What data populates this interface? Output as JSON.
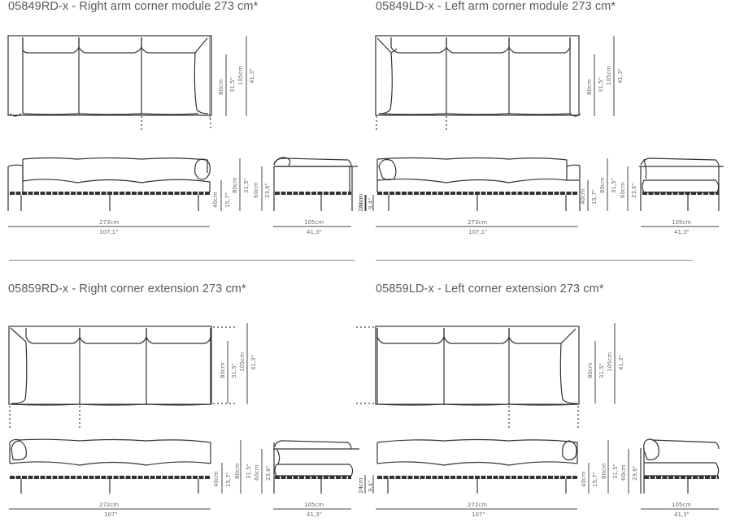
{
  "modules": [
    {
      "title": "05849RD-x - Right arm corner module 273 cm*",
      "top_view": {
        "depth_cm": "80cm",
        "depth_in": "31,5\"",
        "total_cm": "105cm",
        "total_in": "41,3\""
      },
      "front_view": {
        "seat_cm": "40cm",
        "seat_in": "15,7\"",
        "height_cm": "80cm",
        "height_in": "31,5\"",
        "width_cm": "273cm",
        "width_in": "107,1\""
      },
      "side_view": {
        "arm_cm": "60cm",
        "arm_in": "23,6\"",
        "leg_cm": "24cm",
        "depth_cm": "105cm",
        "depth_in": "41,3\""
      }
    },
    {
      "title": "05849LD-x - Left arm corner module 273 cm*",
      "top_view": {
        "depth_cm": "80cm",
        "depth_in": "31,5\"",
        "total_cm": "105cm",
        "total_in": "41,3\""
      },
      "front_view": {
        "leg_cm": "24cm",
        "leg_in": "9,4\"",
        "seat_cm": "40cm",
        "seat_in": "15,7\"",
        "height_cm": "80cm",
        "height_in": "31,5\"",
        "width_cm": "273cm",
        "width_in": "107,1\""
      },
      "side_view": {
        "arm_cm": "60cm",
        "arm_in": "23,6\"",
        "depth_cm": "105cm",
        "depth_in": "41,3\""
      }
    },
    {
      "title": "05859RD-x - Right corner extension 273 cm*",
      "top_view": {
        "depth_cm": "80cm",
        "depth_in": "31,5\"",
        "total_cm": "105cm",
        "total_in": "41,3\""
      },
      "front_view": {
        "seat_cm": "40cm",
        "seat_in": "15,7\"",
        "height_cm": "80cm",
        "height_in": "31,5\"",
        "width_cm": "272cm",
        "width_in": "107\""
      },
      "side_view": {
        "arm_cm": "60cm",
        "arm_in": "23,6\"",
        "leg_cm": "24cm",
        "depth_cm": "105cm",
        "depth_in": "41,3\""
      }
    },
    {
      "title": "05859LD-x - Left corner extension 273 cm*",
      "top_view": {
        "depth_cm": "80cm",
        "depth_in": "31,5\"",
        "total_cm": "105cm",
        "total_in": "41,3\""
      },
      "front_view": {
        "leg_cm": "24cm",
        "leg_in": "9,4\"",
        "seat_cm": "40cm",
        "seat_in": "15,7\"",
        "height_cm": "80cm",
        "height_in": "31,5\"",
        "width_cm": "272cm",
        "width_in": "107\""
      },
      "side_view": {
        "arm_cm": "60cm",
        "arm_in": "23,6\"",
        "depth_cm": "105cm",
        "depth_in": "41,3\""
      }
    }
  ],
  "colors": {
    "line": "#333333",
    "text": "#5a5a5a",
    "dim_text": "#6a6a6a",
    "separator": "#8a8a8a"
  }
}
